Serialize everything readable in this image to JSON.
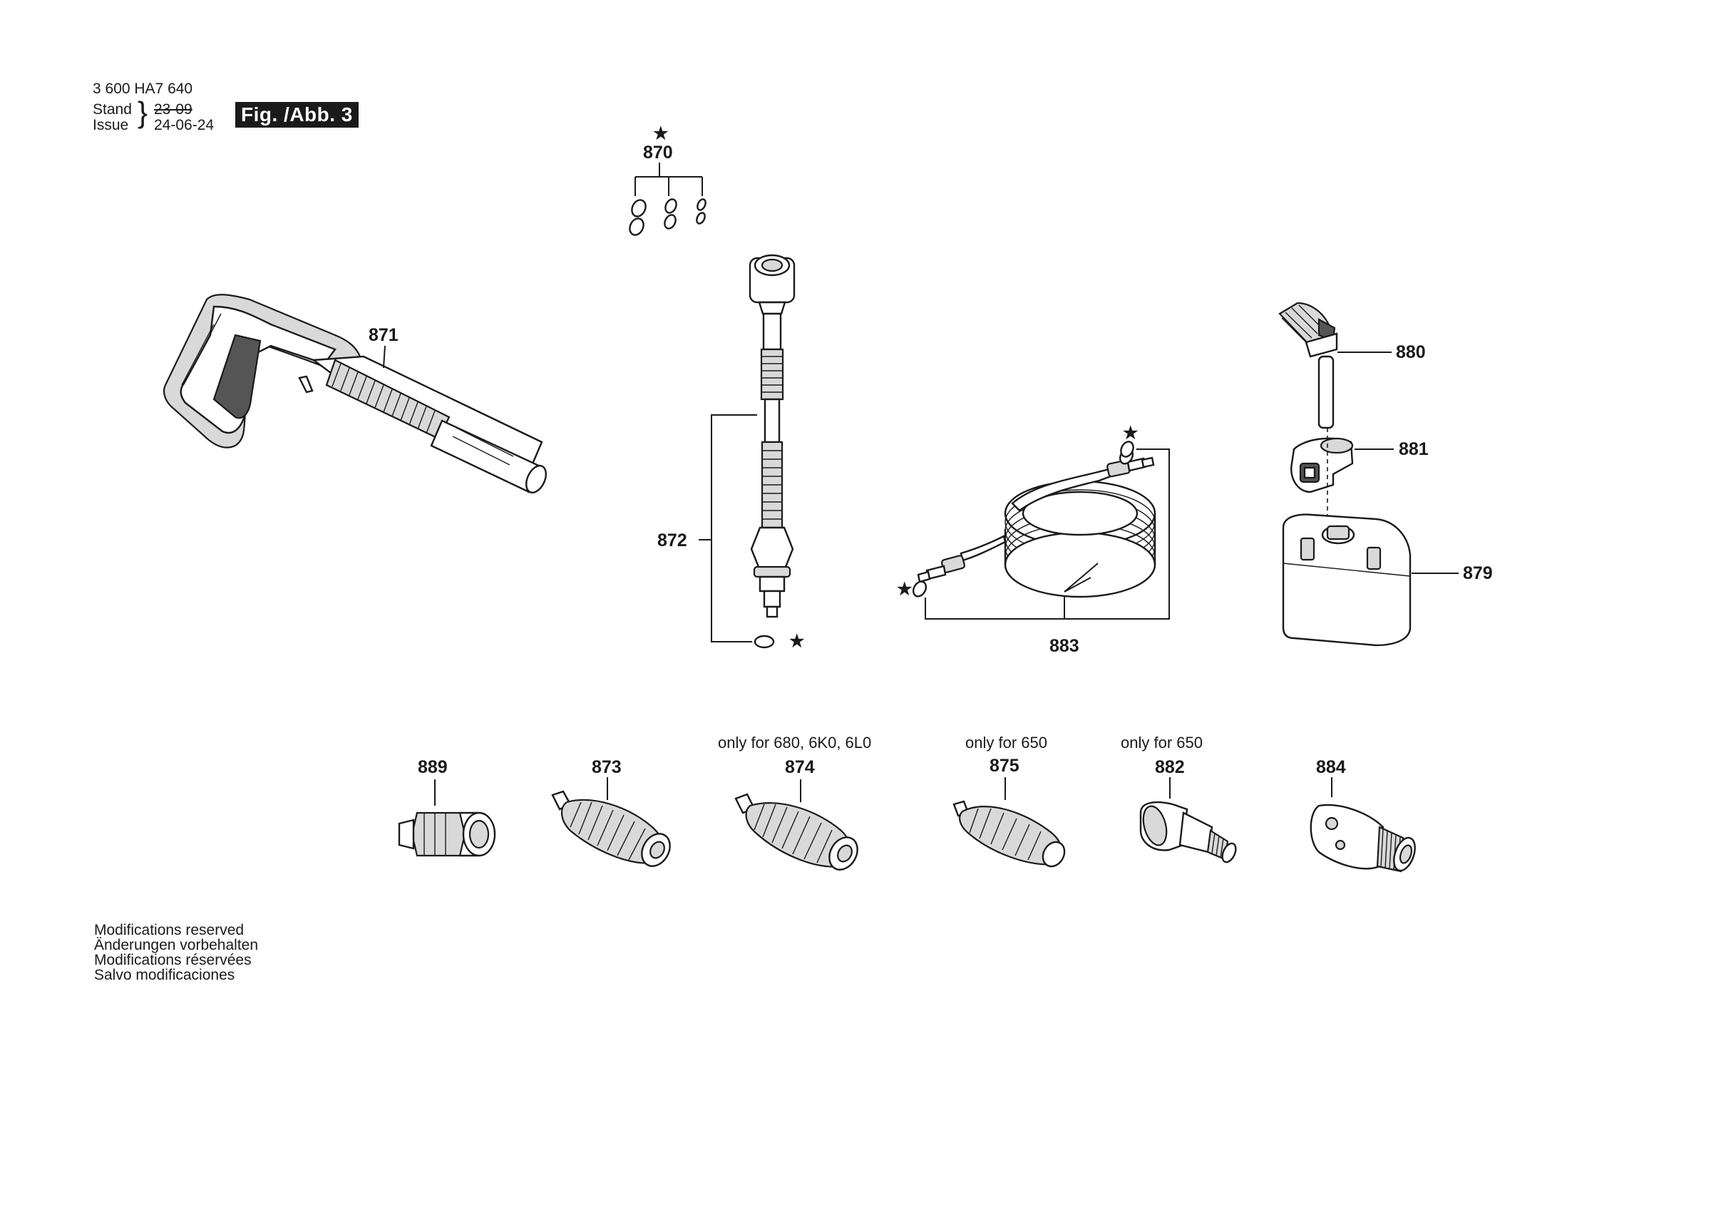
{
  "header": {
    "doc_number": "3 600 HA7 640",
    "stand_label": "Stand",
    "issue_label": "Issue",
    "stand_date": "23-09",
    "issue_date": "24-06-24",
    "figure_label": "Fig. /Abb. 3"
  },
  "parts": {
    "p870": "870",
    "p871": "871",
    "p872": "872",
    "p879": "879",
    "p880": "880",
    "p881": "881",
    "p883": "883",
    "p889": "889",
    "p873": "873",
    "p874": "874",
    "p875": "875",
    "p882": "882",
    "p884": "884"
  },
  "notes": {
    "n874": "only for 680, 6K0, 6L0",
    "n875": "only for 650",
    "n882": "only for 650"
  },
  "star_symbol": "★",
  "footer": {
    "line1": "Modifications reserved",
    "line2": "Änderungen vorbehalten",
    "line3": "Modifications réservées",
    "line4": "Salvo modificaciones"
  }
}
